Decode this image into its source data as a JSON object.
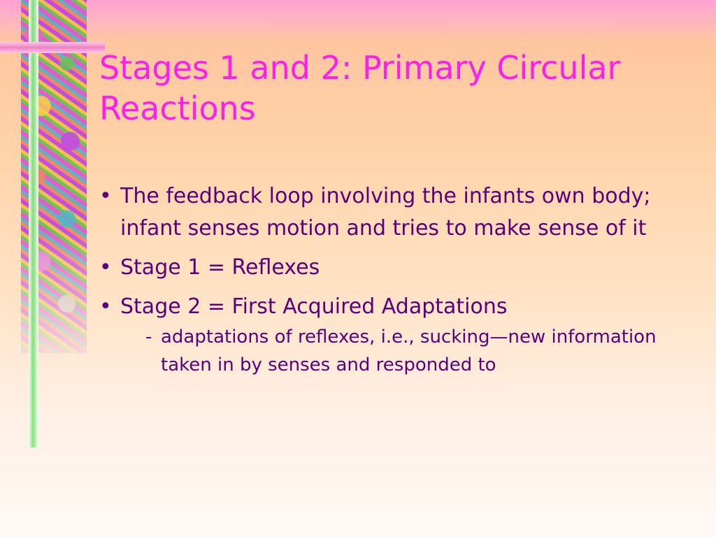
{
  "slide": {
    "title": "Stages 1 and 2: Primary Circular Reactions",
    "bullets": [
      {
        "text": "The feedback loop involving the infants own body; infant senses motion and tries to make sense of it"
      },
      {
        "text": "Stage 1 = Reflexes"
      },
      {
        "text": "Stage 2 = First Acquired Adaptations",
        "sub": [
          {
            "text": "adaptations of reflexes, i.e., sucking—new information taken in by senses and responded to"
          }
        ]
      }
    ],
    "bullet_symbol": "•",
    "sub_bullet_symbol": "-"
  },
  "colors": {
    "title": "#ff1ee6",
    "body_text": "#5a0078",
    "background_top": "#ff9fd4",
    "background_bottom": "#fff9f6",
    "accent_bar_vertical": "#7fe07a",
    "accent_bar_horizontal": "#f080c8"
  }
}
